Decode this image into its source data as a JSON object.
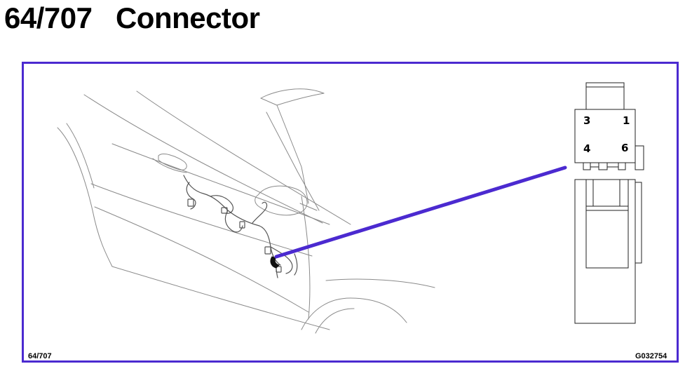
{
  "header": {
    "title": "64/707   Connector"
  },
  "diagram": {
    "code_left": "64/707",
    "code_right": "G032754",
    "connector_pins": [
      "3",
      "1",
      "4",
      "6"
    ],
    "callout_color": "#4b2ad0",
    "frame_color": "#4b2ad0"
  }
}
